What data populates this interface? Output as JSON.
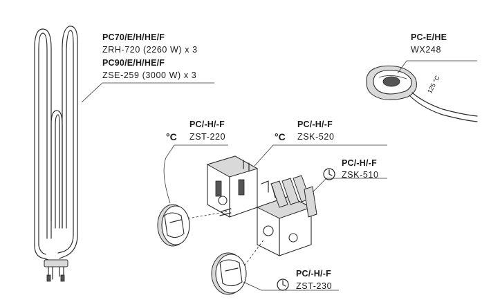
{
  "labels": {
    "heater_model_a": "PC70/E/H/HE/F",
    "heater_part_a": "ZRH-720 (2260 W) x 3",
    "heater_model_b": "PC90/E/H/HE/F",
    "heater_part_b": "ZSE-259 (3000 W) x 3",
    "sensor_model": "PC-E/HE",
    "sensor_part": "WX248",
    "sensor_cable_temp": "125 °C",
    "thermostat_model": "PC/-H/-F",
    "thermostat_unit": "°C",
    "thermostat_part": "ZST-220",
    "thermostat_switch_model": "PC/-H/-F",
    "thermostat_switch_unit": "°C",
    "thermostat_switch_part": "ZSK-520",
    "timer_switch_model": "PC/-H/-F",
    "timer_switch_part": "ZSK-510",
    "timer_knob_model": "PC/-H/-F",
    "timer_knob_part": "ZST-230"
  },
  "icons": {
    "timer_switch": "clock-icon",
    "timer_knob": "clock-icon",
    "thermostat": "degree-celsius-icon"
  }
}
